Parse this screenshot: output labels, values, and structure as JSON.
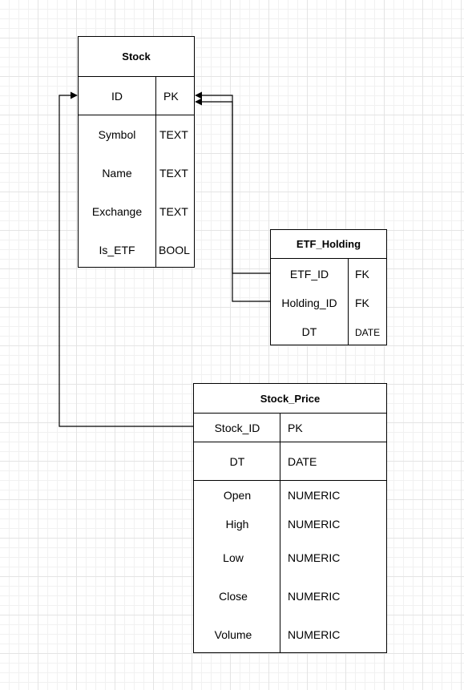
{
  "entities": {
    "stock": {
      "title": "Stock",
      "rows": [
        {
          "name": "ID",
          "type": "PK"
        },
        {
          "name": "Symbol",
          "type": "TEXT"
        },
        {
          "name": "Name",
          "type": "TEXT"
        },
        {
          "name": "Exchange",
          "type": "TEXT"
        },
        {
          "name": "Is_ETF",
          "type": "BOOL"
        }
      ]
    },
    "etf_holding": {
      "title": "ETF_Holding",
      "rows": [
        {
          "name": "ETF_ID",
          "type": "FK"
        },
        {
          "name": "Holding_ID",
          "type": "FK"
        },
        {
          "name": "DT",
          "type": "DATE"
        }
      ]
    },
    "stock_price": {
      "title": "Stock_Price",
      "rows": [
        {
          "name": "Stock_ID",
          "type": "PK"
        },
        {
          "name": "DT",
          "type": "DATE"
        },
        {
          "name": "Open",
          "type": "NUMERIC"
        },
        {
          "name": "High",
          "type": "NUMERIC"
        },
        {
          "name": "Low",
          "type": "NUMERIC"
        },
        {
          "name": "Close",
          "type": "NUMERIC"
        },
        {
          "name": "Volume",
          "type": "NUMERIC"
        }
      ]
    }
  },
  "relationships": [
    {
      "from": "etf_holding.ETF_ID",
      "to": "stock.ID"
    },
    {
      "from": "etf_holding.Holding_ID",
      "to": "stock.ID"
    },
    {
      "from": "stock_price.Stock_ID",
      "to": "stock.ID"
    }
  ],
  "colors": {
    "line": "#000000",
    "grid": "#e4e4e4",
    "background": "#ffffff"
  }
}
